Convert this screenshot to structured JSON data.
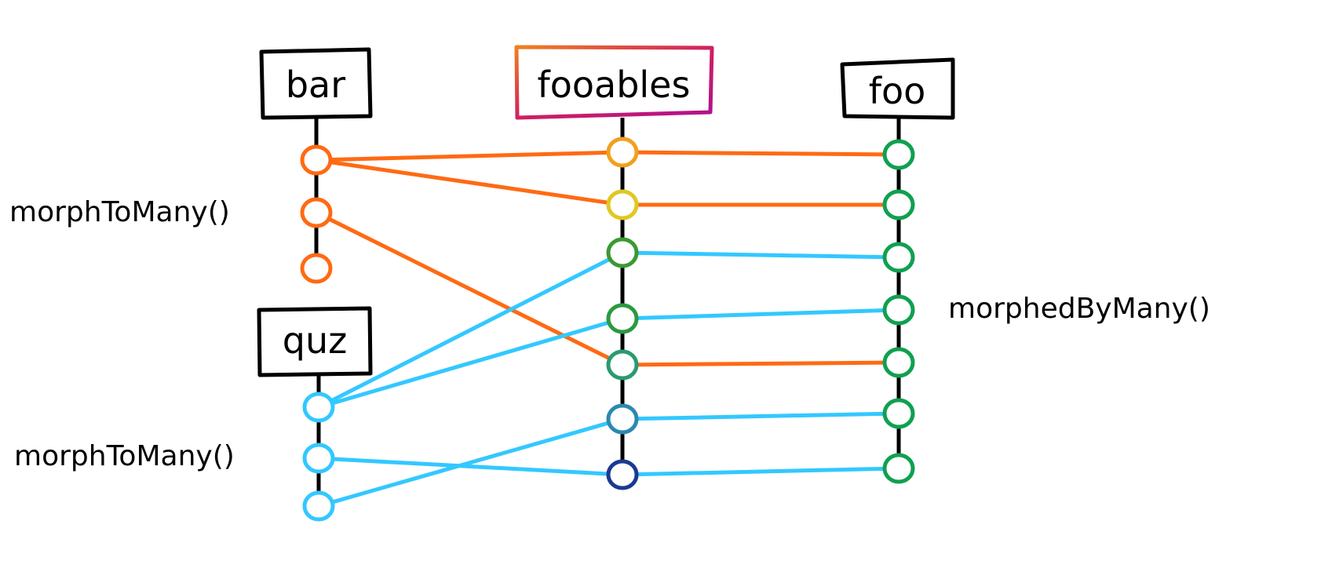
{
  "tables": {
    "bar": {
      "label": "bar",
      "color": "#000000",
      "node_color": "#ff6a13",
      "nodes": 3
    },
    "quz": {
      "label": "quz",
      "color": "#000000",
      "node_color": "#33c8ff",
      "nodes": 3
    },
    "fooables": {
      "label": "fooables",
      "color": "#c2185b",
      "node_colors": [
        "#f0a020",
        "#e0c820",
        "#3a9a30",
        "#2a9a40",
        "#2a9a70",
        "#2a8ab0",
        "#1a3a90"
      ]
    },
    "foo": {
      "label": "foo",
      "color": "#000000",
      "node_color": "#10a050",
      "nodes": 7
    }
  },
  "labels": {
    "bar_relation": "morphToMany()",
    "quz_relation": "morphToMany()",
    "foo_relation": "morphedByMany()"
  },
  "edges": [
    {
      "from": [
        "bar",
        0
      ],
      "via": 0,
      "to": 0,
      "color": "#ff6a13"
    },
    {
      "from": [
        "bar",
        0
      ],
      "via": 1,
      "to": 1,
      "color": "#ff6a13"
    },
    {
      "from": [
        "bar",
        1
      ],
      "via": 4,
      "to": 4,
      "color": "#ff6a13"
    },
    {
      "from": [
        "quz",
        0
      ],
      "via": 2,
      "to": 2,
      "color": "#33c8ff"
    },
    {
      "from": [
        "quz",
        0
      ],
      "via": 3,
      "to": 3,
      "color": "#33c8ff"
    },
    {
      "from": [
        "quz",
        1
      ],
      "via": 6,
      "to": 6,
      "color": "#33c8ff"
    },
    {
      "from": [
        "quz",
        2
      ],
      "via": 5,
      "to": 5,
      "color": "#33c8ff"
    }
  ]
}
